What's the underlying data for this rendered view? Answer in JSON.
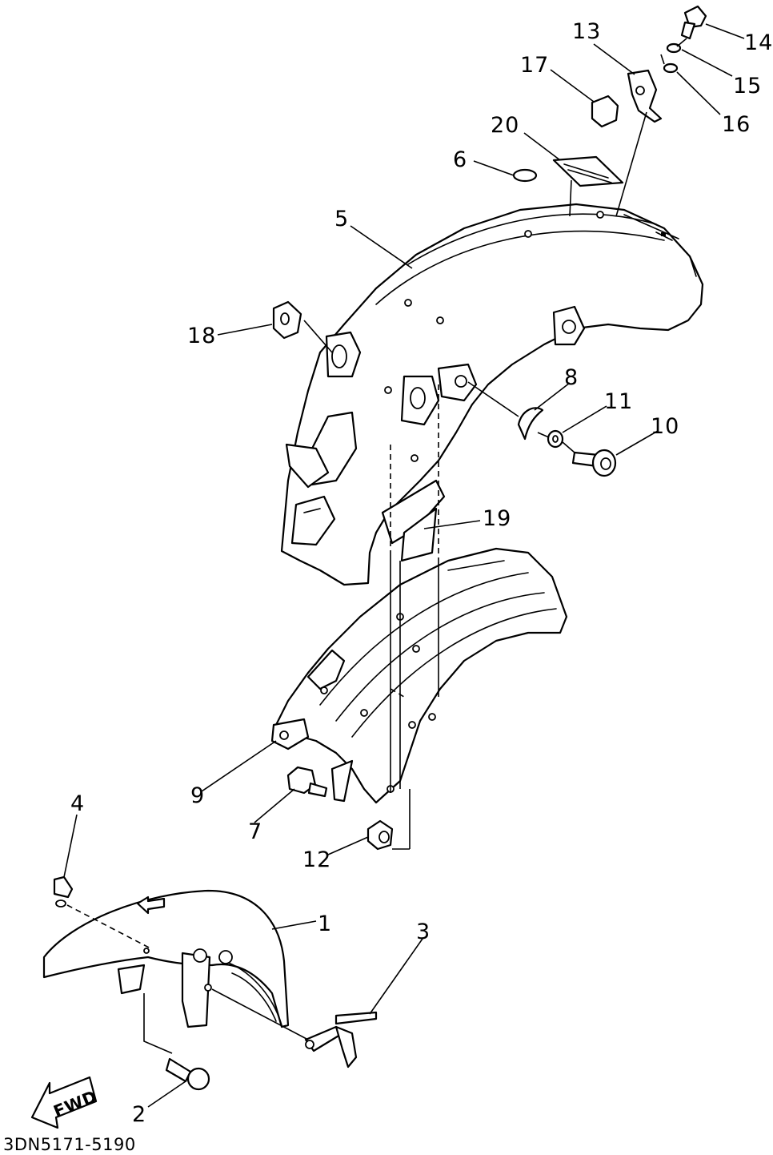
{
  "diagram": {
    "code": "3DN5171-5190",
    "fwd_label": "FWD",
    "callouts": [
      {
        "id": "c1",
        "text": "1"
      },
      {
        "id": "c2",
        "text": "2"
      },
      {
        "id": "c3",
        "text": "3"
      },
      {
        "id": "c4",
        "text": "4"
      },
      {
        "id": "c5",
        "text": "5"
      },
      {
        "id": "c6",
        "text": "6"
      },
      {
        "id": "c7",
        "text": "7"
      },
      {
        "id": "c8",
        "text": "8"
      },
      {
        "id": "c9",
        "text": "9"
      },
      {
        "id": "c10",
        "text": "10"
      },
      {
        "id": "c11",
        "text": "11"
      },
      {
        "id": "c12",
        "text": "12"
      },
      {
        "id": "c13",
        "text": "13"
      },
      {
        "id": "c14",
        "text": "14"
      },
      {
        "id": "c15",
        "text": "15"
      },
      {
        "id": "c16",
        "text": "16"
      },
      {
        "id": "c17",
        "text": "17"
      },
      {
        "id": "c18",
        "text": "18"
      },
      {
        "id": "c19",
        "text": "19"
      },
      {
        "id": "c20",
        "text": "20"
      }
    ]
  },
  "colors": {
    "ink": "#000000",
    "paper": "#ffffff"
  }
}
